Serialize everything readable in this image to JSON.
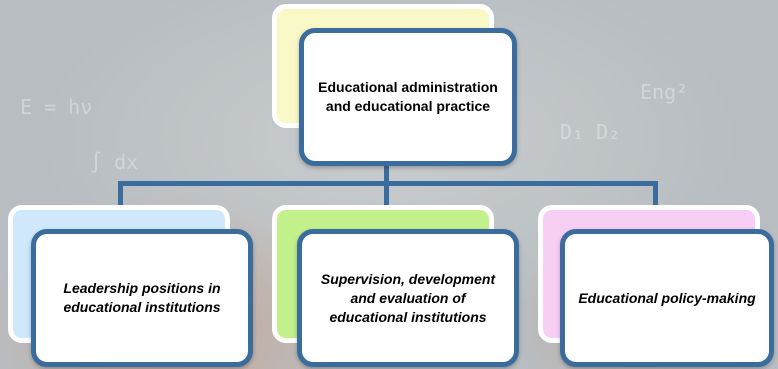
{
  "root": {
    "label": "Educational administration and educational practice"
  },
  "children": [
    {
      "label": "Leadership positions in educational institutions"
    },
    {
      "label": "Supervision, development and evaluation of educational institutions"
    },
    {
      "label": "Educational policy-making"
    }
  ],
  "colors": {
    "card_border": "#3b6c9e",
    "card_fill": "#ffffff",
    "frame_border": "#ffffff",
    "top_back_fill": "#f9f9c8",
    "left_back_fill": "#cfe8fb",
    "middle_back_fill": "#c2f08a",
    "right_back_fill": "#f7cff5"
  }
}
